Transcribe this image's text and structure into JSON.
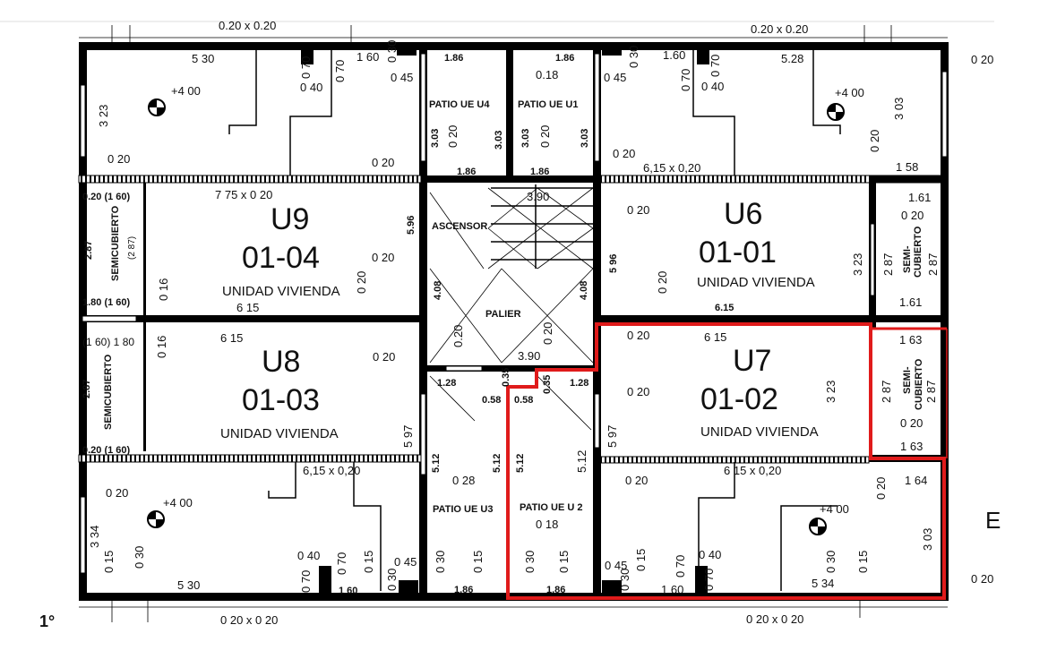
{
  "frame": {
    "top_left": "0.20 x 0.20",
    "top_right": "0.20 x 0.20",
    "right_top": "0 20",
    "right_bottom": "0 20",
    "bottom_left": "0 20 x 0 20",
    "bottom_right": "0 20 x 0 20",
    "floor": "1°",
    "side_mark": "E"
  },
  "top_left_room": {
    "d": [
      "5 30",
      "+4 00",
      "3 23",
      "0 20",
      "0 70",
      "0 40",
      "0 70",
      "1 60",
      "0 30",
      "0 45",
      "0 20"
    ]
  },
  "patio_u4": {
    "name": "PATIO UE U4",
    "d": [
      "1.86",
      "3.03",
      "0 20",
      "3.03",
      "1.86"
    ]
  },
  "patio_u1": {
    "name": "PATIO UE U1",
    "d": [
      "1.86",
      "0.18",
      "3.03",
      "0 20",
      "3.03",
      "1.86"
    ]
  },
  "top_right_room": {
    "d": [
      "1.60",
      "0 30",
      "0 45",
      "0 70",
      "0 70",
      "0 40",
      "5.28",
      "+4 00",
      "3 03",
      "0 20",
      "0 20",
      "6,15 x 0,20",
      "1 58"
    ]
  },
  "units": [
    {
      "code": "U9",
      "id": "01-04",
      "type": "UNIDAD VIVIENDA",
      "d": [
        "0.20 (1 60)",
        "7 75 x 0 20",
        "SEMICUBIERTO",
        "2.87",
        "(2 87)",
        "0 20",
        "5.96",
        "0 20",
        "6 15",
        "1.80 (1 60)",
        "0 16"
      ]
    },
    {
      "code": "U6",
      "id": "01-01",
      "type": "UNIDAD VIVIENDA",
      "d": [
        "0 20",
        "0 20",
        "3 23",
        "6.15",
        "1.61",
        "0 20",
        "2 87",
        "SEMI-",
        "CUBIERTO",
        "2 87",
        "1.61",
        "5 96"
      ]
    },
    {
      "code": "U8",
      "id": "01-03",
      "type": "UNIDAD VIVIENDA",
      "d": [
        "(1 60) 1 80",
        "0 16",
        "SEMICUBIERTO",
        "2.87",
        "6 15",
        "0 20",
        "5 97",
        "0.20 (1 60)"
      ]
    },
    {
      "code": "U7",
      "id": "01-02",
      "type": "UNIDAD VIVIENDA",
      "d": [
        "0 20",
        "6 15",
        "0 20",
        "5 97",
        "3 23",
        "1 63",
        "2 87",
        "SEMI-",
        "CUBIERTO",
        "2 87",
        "0 20",
        "1 63"
      ]
    }
  ],
  "core": {
    "elevator": "ASCENSOR",
    "hall": "PALIER",
    "d": [
      "3.90",
      "4.08",
      "0.20",
      "0 20",
      "4.08",
      "3.90"
    ]
  },
  "patios_lower": {
    "u3": "PATIO UE U3",
    "u2": "PATIO UE U 2",
    "d": [
      "1.28",
      "0.35",
      "0.58",
      "0.58",
      "0.35",
      "1.28",
      "5.12",
      "5.12",
      "0 28",
      "5.12",
      "5.12",
      "0 18",
      "0 30",
      "0 15",
      "1.86",
      "0 30",
      "0 15",
      "1.86"
    ]
  },
  "bottom_right_room": {
    "d": [
      "0 20",
      "6 15 x 0,20",
      "0 20",
      "1 64",
      "+4 00",
      "3 03",
      "0 30",
      "0 15",
      "0 45",
      "0 30",
      "0 15",
      "0 70",
      "0 40",
      "0 70",
      "1 60",
      "5 34"
    ]
  },
  "bottom_left_room": {
    "d": [
      "0 20",
      "+4 00",
      "3 34",
      "0 15",
      "0 30",
      "5 30",
      "0 40",
      "0 70",
      "0 70",
      "0 15",
      "0 45",
      "0 30",
      "1 60",
      "6,15 x 0,20"
    ]
  },
  "colors": {
    "highlight": "#e01b1b",
    "wall": "#000000"
  }
}
